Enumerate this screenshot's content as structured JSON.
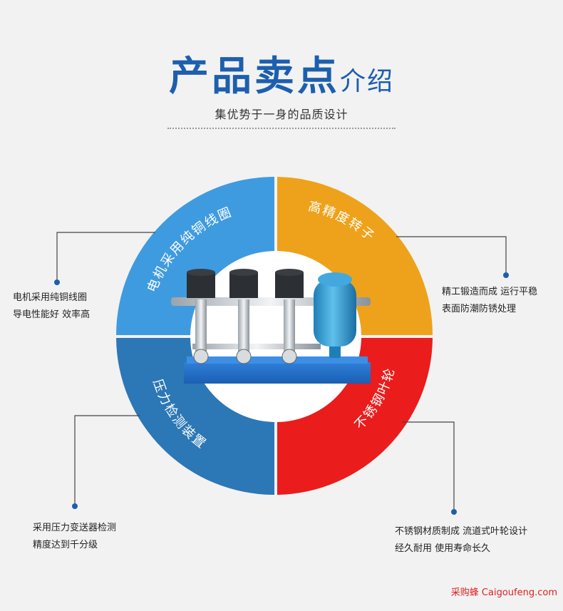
{
  "header": {
    "title_big": "产品卖点",
    "title_small": "介绍",
    "subtitle": "集优势于一身的品质设计"
  },
  "segments": [
    {
      "label": "电机采用纯铜线圈",
      "color": "#3f9be0"
    },
    {
      "label": "高精度转子",
      "color": "#eea21b"
    },
    {
      "label": "不锈钢叶轮",
      "color": "#ea1c1c"
    },
    {
      "label": "压力检测装置",
      "color": "#2c77b6"
    }
  ],
  "features": [
    {
      "line1": "电机采用纯铜线圈",
      "line2": "导电性能好 效率高"
    },
    {
      "line1": "精工锻造而成 运行平稳",
      "line2": "表面防潮防锈处理"
    },
    {
      "line1": "采用压力变送器检测",
      "line2": "精度达到千分级"
    },
    {
      "line1": "不锈钢材质制成 流道式叶轮设计",
      "line2": "经久耐用 使用寿命长久"
    }
  ],
  "watermark": "采购蜂 Caigoufeng.com"
}
